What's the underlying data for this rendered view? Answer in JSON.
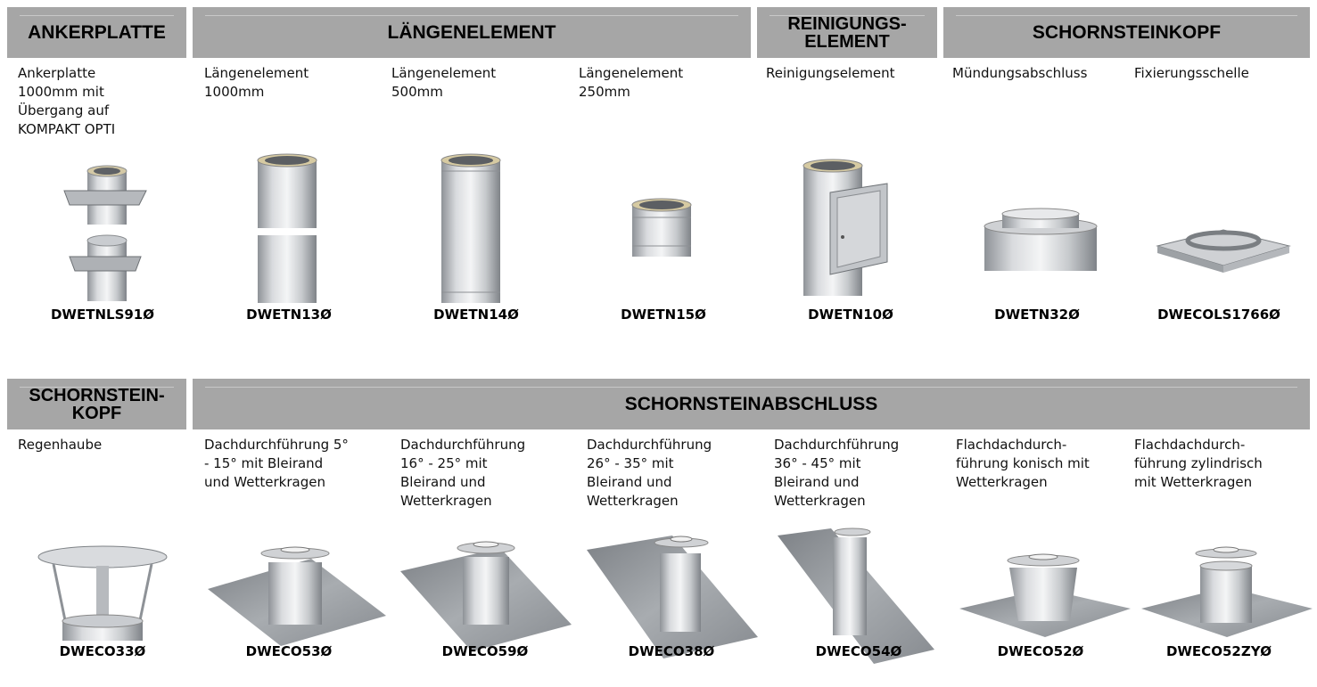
{
  "row1": {
    "headers": [
      "ANKERPLATTE",
      "LÄNGENELEMENT",
      "REINIGUNGS-\nELEMENT",
      "SCHORNSTEINKOPF"
    ],
    "items": [
      {
        "name": "Ankerplatte\n1000mm mit\nÜbergang auf\nKOMPAKT OPTI",
        "code": "DWETNLS91Ø"
      },
      {
        "name": "Längenelement\n1000mm",
        "code": "DWETN13Ø"
      },
      {
        "name": "Längenelement\n500mm",
        "code": "DWETN14Ø"
      },
      {
        "name": "Längenelement\n250mm",
        "code": "DWETN15Ø"
      },
      {
        "name": "Reinigungselement",
        "code": "DWETN10Ø"
      },
      {
        "name": "Mündungsabschluss",
        "code": "DWETN32Ø"
      },
      {
        "name": "Fixierungsschelle",
        "code": "DWECOLS1766Ø"
      }
    ]
  },
  "row2": {
    "headers": [
      "SCHORNSTEIN-\nKOPF",
      "SCHORNSTEINABSCHLUSS"
    ],
    "items": [
      {
        "name": "Regenhaube",
        "code": "DWECO33Ø"
      },
      {
        "name": "Dachdurchführung 5°\n- 15° mit Bleirand\nund Wetterkragen",
        "code": "DWECO53Ø"
      },
      {
        "name": "Dachdurchführung\n16° - 25° mit\nBleirand und\nWetterkragen",
        "code": "DWECO59Ø"
      },
      {
        "name": "Dachdurchführung\n26° - 35° mit\nBleirand und\nWetterkragen",
        "code": "DWECO38Ø"
      },
      {
        "name": "Dachdurchführung\n36° - 45° mit\nBleirand und\nWetterkragen",
        "code": "DWECO54Ø"
      },
      {
        "name": "Flachdachdurch-\nführung konisch mit\nWetterkragen",
        "code": "DWECO52Ø"
      },
      {
        "name": "Flachdachdurch-\nführung zylindrisch\nmit Wetterkragen",
        "code": "DWECO52ZYØ"
      }
    ]
  },
  "colors": {
    "header_bg": "#a6a6a6",
    "steel": "#b9bcc0"
  }
}
